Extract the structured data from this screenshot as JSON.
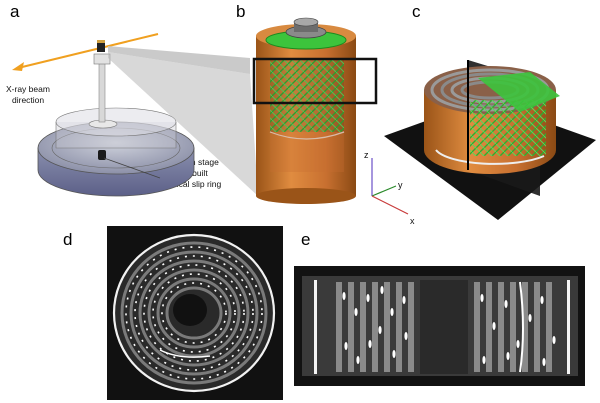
{
  "figure": {
    "panels": [
      {
        "label": "a"
      },
      {
        "label": "b"
      },
      {
        "label": "c"
      },
      {
        "label": "d"
      },
      {
        "label": "e"
      }
    ],
    "annotations": {
      "xray_line1": "X-ray beam",
      "xray_line2": "direction",
      "stage_line1": "Rotation stage",
      "stage_line2": "with inbuilt",
      "stage_line3": "electrical slip ring"
    },
    "axes": {
      "z": "z",
      "y": "y",
      "x": "x"
    },
    "colors": {
      "beam": "#f0a020",
      "cell_casing": "#c8742c",
      "electrode": "#3cc43c",
      "background_dark": "#111111"
    }
  }
}
